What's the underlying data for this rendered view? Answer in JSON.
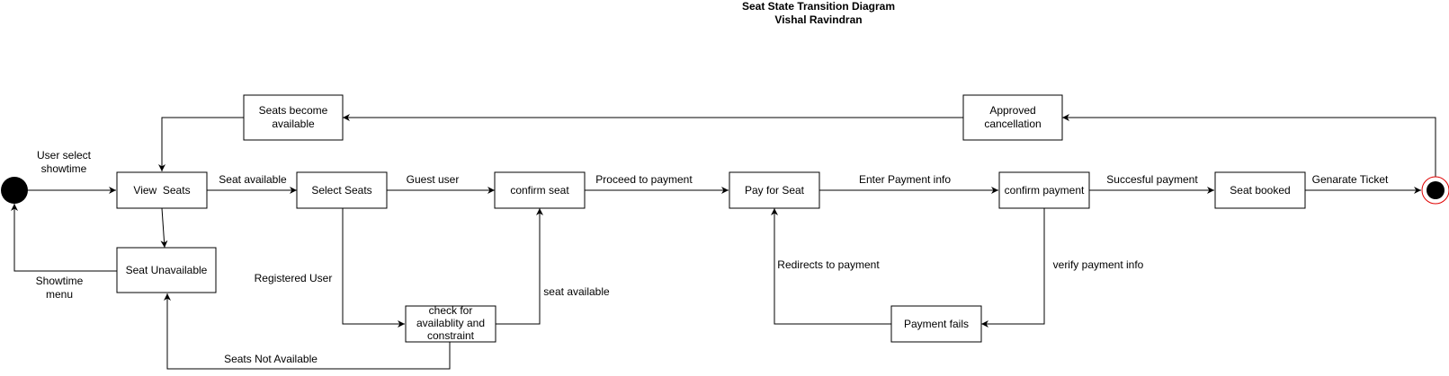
{
  "title": {
    "line1": "Seat State Transition Diagram",
    "line2": "Vishal Ravindran"
  },
  "states": {
    "view_seats": "View  Seats",
    "select_seats": "Select Seats",
    "confirm_seat": "confirm seat",
    "pay_for_seat": "Pay for Seat",
    "confirm_payment": "confirm payment",
    "seat_booked": "Seat booked",
    "seat_unavailable": "Seat Unavailable",
    "seats_become_available": [
      "Seats become",
      "available"
    ],
    "approved_cancellation": [
      "Approved",
      "cancellation"
    ],
    "check_availability": [
      "check for",
      "availablity and",
      "constraint"
    ],
    "payment_fails": "Payment fails"
  },
  "transitions": {
    "user_select_showtime": [
      "User select",
      "showtime"
    ],
    "seat_available": "Seat available",
    "guest_user": "Guest user",
    "proceed_to_payment": "Proceed to payment",
    "enter_payment_info": "Enter Payment info",
    "succesful_payment": "Succesful payment",
    "genarate_ticket": "Genarate Ticket",
    "registered_user": "Registered User",
    "seat_available_check": "seat available",
    "redirects_to_payment": "Redirects to payment",
    "verify_payment_info": "verify payment info",
    "showtime_menu": [
      "Showtime",
      "menu"
    ],
    "seats_not_available": "Seats Not Available"
  }
}
